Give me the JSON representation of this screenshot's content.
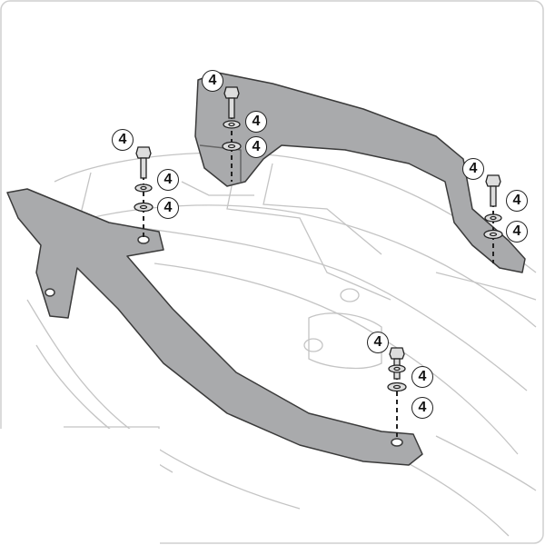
{
  "diagram": {
    "callout_label": "4",
    "callouts": [
      "4",
      "4",
      "4",
      "4",
      "4",
      "4",
      "4",
      "4",
      "4",
      "4",
      "4",
      "4"
    ],
    "colors": {
      "handle": "#a9aaac",
      "handle_edge": "#3a3a3a",
      "sketch": "#c8c8c8",
      "frame": "#cfcfcf"
    }
  }
}
